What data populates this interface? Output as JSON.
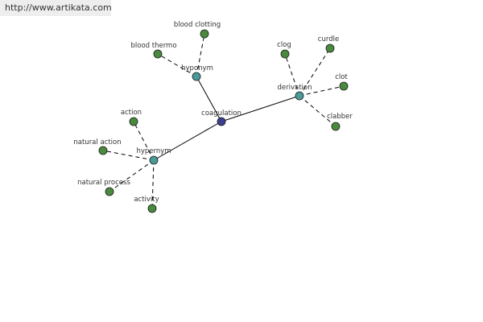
{
  "watermark": {
    "url": "http://www.artikata.com"
  },
  "graph": {
    "colors": {
      "center": "#3a3f8f",
      "relation": "#4a9a9a",
      "leaf": "#4a8a3e",
      "edge": "#000000"
    },
    "nodes": [
      {
        "id": "coagulation",
        "label": "coagulation",
        "kind": "center"
      },
      {
        "id": "hyponym",
        "label": "hyponym",
        "kind": "relation"
      },
      {
        "id": "derivation",
        "label": "derivation",
        "kind": "relation"
      },
      {
        "id": "hypernym",
        "label": "hypernym",
        "kind": "relation"
      },
      {
        "id": "blood-clotting",
        "label": "blood clotting",
        "kind": "leaf"
      },
      {
        "id": "blood-thermo",
        "label": "blood thermo",
        "kind": "leaf"
      },
      {
        "id": "clog",
        "label": "clog",
        "kind": "leaf"
      },
      {
        "id": "curdle",
        "label": "curdle",
        "kind": "leaf"
      },
      {
        "id": "clot",
        "label": "clot",
        "kind": "leaf"
      },
      {
        "id": "clabber",
        "label": "clabber",
        "kind": "leaf"
      },
      {
        "id": "action",
        "label": "action",
        "kind": "leaf"
      },
      {
        "id": "natural-action",
        "label": "natural action",
        "kind": "leaf"
      },
      {
        "id": "natural-process",
        "label": "natural process",
        "kind": "leaf"
      },
      {
        "id": "activity",
        "label": "activity",
        "kind": "leaf"
      }
    ],
    "edges": [
      {
        "from": "coagulation",
        "to": "hyponym",
        "style": "solid"
      },
      {
        "from": "coagulation",
        "to": "derivation",
        "style": "solid"
      },
      {
        "from": "coagulation",
        "to": "hypernym",
        "style": "solid"
      },
      {
        "from": "hyponym",
        "to": "blood-clotting",
        "style": "dashed"
      },
      {
        "from": "hyponym",
        "to": "blood-thermo",
        "style": "dashed"
      },
      {
        "from": "derivation",
        "to": "clog",
        "style": "dashed"
      },
      {
        "from": "derivation",
        "to": "curdle",
        "style": "dashed"
      },
      {
        "from": "derivation",
        "to": "clot",
        "style": "dashed"
      },
      {
        "from": "derivation",
        "to": "clabber",
        "style": "dashed"
      },
      {
        "from": "hypernym",
        "to": "action",
        "style": "dashed"
      },
      {
        "from": "hypernym",
        "to": "natural-action",
        "style": "dashed"
      },
      {
        "from": "hypernym",
        "to": "natural-process",
        "style": "dashed"
      },
      {
        "from": "hypernym",
        "to": "activity",
        "style": "dashed"
      }
    ]
  }
}
